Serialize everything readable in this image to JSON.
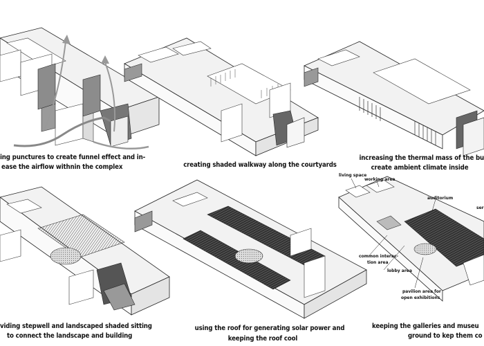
{
  "captions": {
    "p1_line1": "ing punctures to create funnel effect and in-",
    "p1_line2": "ease the airflow withnin the complex",
    "p2_line1": "creating shaded walkway along the courtyards",
    "p3_line1": "increasing the thermal mass of the buildi",
    "p3_line2": "create ambient climate inside",
    "p4_line1": "viding stepwell and landscaped shaded sitting",
    "p4_line2": "to connect the landscape and building",
    "p5_line1": "using the roof for generating solar power and",
    "p5_line2": "keeping the roof cool",
    "p6_line1": "keeping the galleries and museu",
    "p6_line2": "ground to kep them co"
  },
  "labels": {
    "living_space": "living space",
    "working_area": "working area",
    "auditorium": "auditorium",
    "ser": "ser",
    "common_1": "common interac-",
    "common_2": "tion area",
    "lobby": "lobby area",
    "pavilion_1": "pavilion area for",
    "pavilion_2": "open exhibitions"
  }
}
